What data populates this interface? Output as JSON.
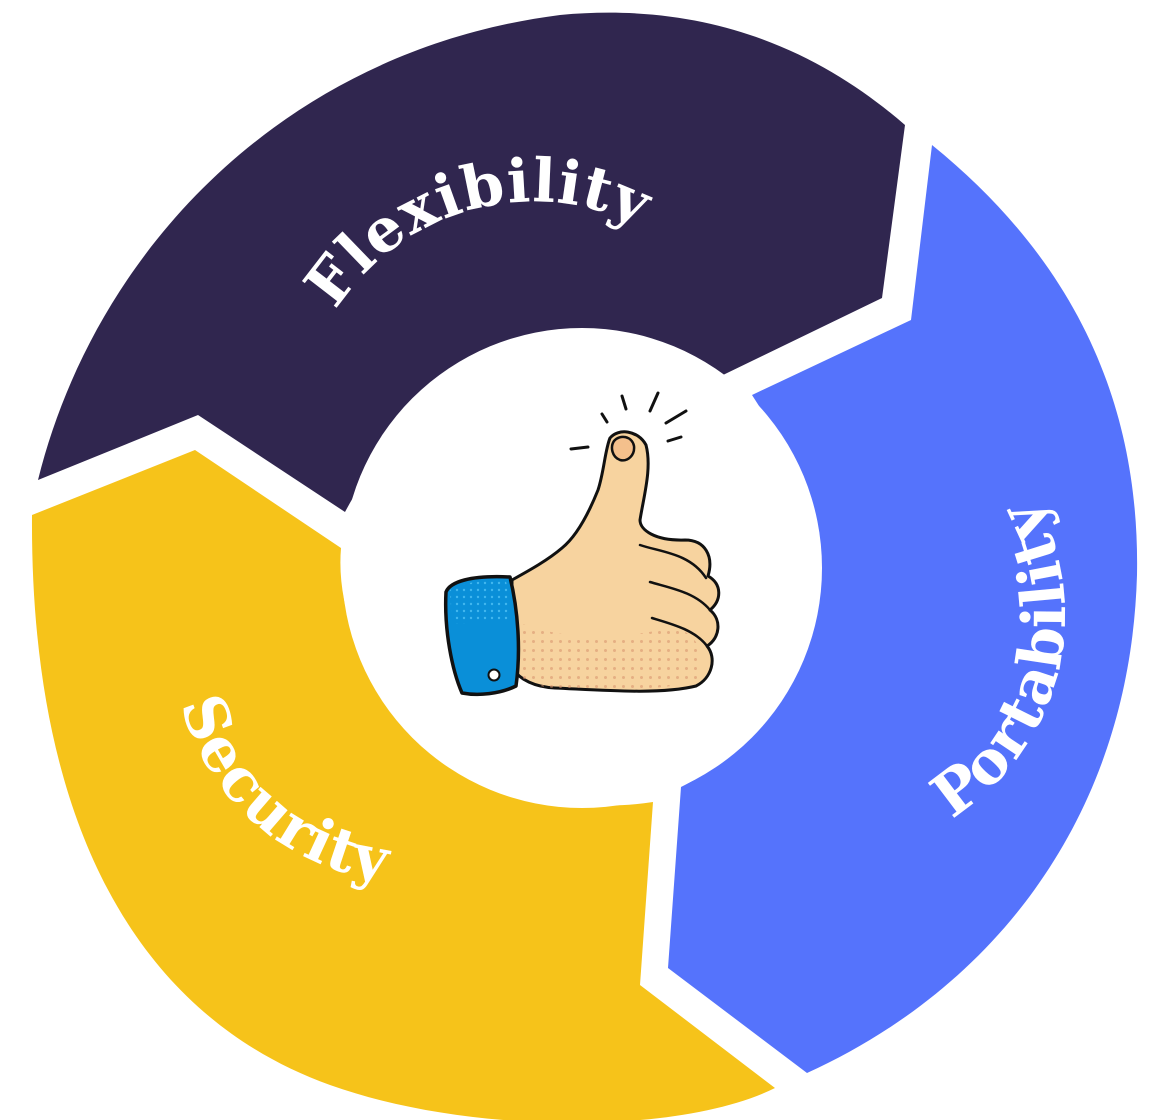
{
  "diagram": {
    "type": "cycle",
    "segments": [
      {
        "id": "flexibility",
        "label": "Flexibility",
        "color": "#30264f"
      },
      {
        "id": "portability",
        "label": "Portability",
        "color": "#5573fc"
      },
      {
        "id": "security",
        "label": "Security",
        "color": "#f6c31a"
      }
    ],
    "center": {
      "icon": "thumbs-up-icon",
      "skin_color": "#f7d39f",
      "cuff_color": "#0a8fd8"
    }
  }
}
